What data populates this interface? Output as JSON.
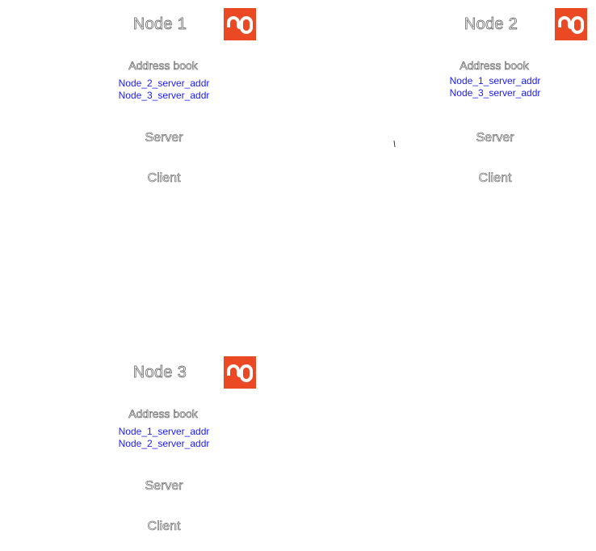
{
  "nodes": [
    {
      "title": "Node 1",
      "logo_icon": "stumbleupon-icon",
      "address_book": {
        "heading": "Address book",
        "entries": [
          "Node_2_server_addr",
          "Node_3_server_addr"
        ]
      },
      "server_label": "Server",
      "client_label": "Client"
    },
    {
      "title": "Node 2",
      "logo_icon": "stumbleupon-icon",
      "address_book": {
        "heading": "Address book",
        "entries": [
          "Node_1_server_addr",
          "Node_3_server_addr"
        ]
      },
      "server_label": "Server",
      "client_label": "Client"
    },
    {
      "title": "Node 3",
      "logo_icon": "stumbleupon-icon",
      "address_book": {
        "heading": "Address book",
        "entries": [
          "Node_1_server_addr",
          "Node_2_server_addr"
        ]
      },
      "server_label": "Server",
      "client_label": "Client"
    }
  ],
  "colors": {
    "logo_background": "#eb4924",
    "address_text": "#1a1aff",
    "outline_text": "#555555",
    "background": "#ffffff"
  }
}
